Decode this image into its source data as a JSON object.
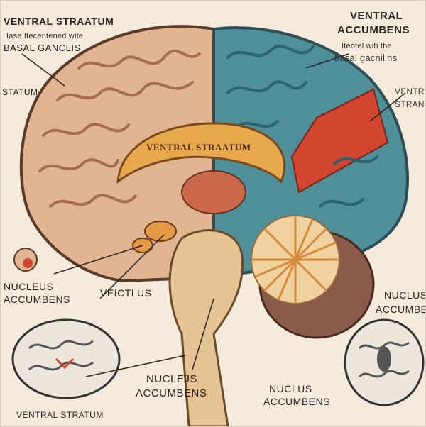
{
  "labels": {
    "top_left_title": "VENTRAL STRAATUM",
    "top_left_sub1": "Iase Itecentened wite",
    "top_left_sub2": "BASAL GANCLIS",
    "left_side": "STATUM",
    "top_right_title1": "VENTRAL",
    "top_right_title2": "ACCUMBENS",
    "top_right_sub1": "Iteotel wih the",
    "top_right_sub2": "basal gacnillns",
    "right_side1": "VENTR",
    "right_side2": "STRAN",
    "center_band": "VENTRAL STRAATUM",
    "left_mid1": "NUCLEUS",
    "left_mid2": "ACCUMBENS",
    "center_mid": "VEICTLUS",
    "right_mid1": "NUCLUS",
    "right_mid2": "ACCUMBE",
    "bottom_center1": "NUCLEJS",
    "bottom_center2": "ACCUMBENS",
    "bottom_right1": "NUCLUS",
    "bottom_right2": "ACCUMBENS",
    "bottom_left": "VENTRAL STRATUM"
  },
  "colors": {
    "background": "#f4ebdc",
    "frontal_lobe": "#e2b592",
    "posterior_lobe": "#4f8f9a",
    "highlight_region": "#d2452f",
    "ventral_striatum_band": "#e7a94c",
    "brainstem": "#e5c392",
    "cerebellum_rays": "#d58a3b",
    "outline": "#5a3a2a"
  }
}
